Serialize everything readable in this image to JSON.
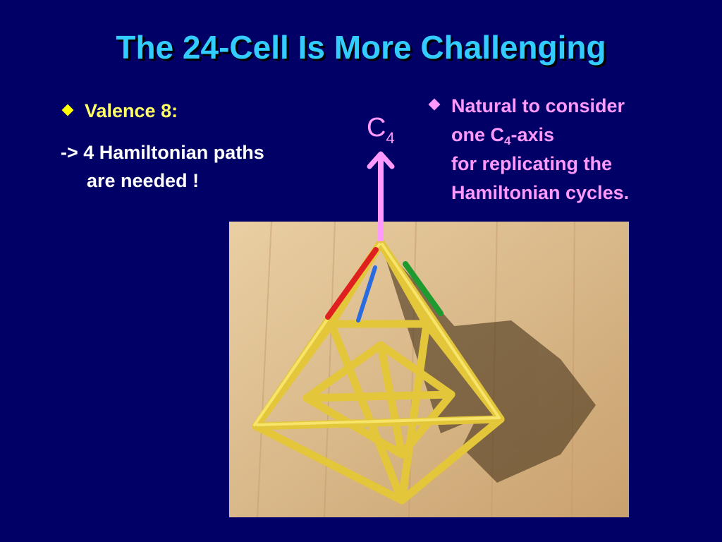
{
  "slide": {
    "title": "The 24-Cell Is More Challenging",
    "left": {
      "heading": "Valence 8:",
      "line1": "-> 4 Hamiltonian paths",
      "line2": "are needed !"
    },
    "right": {
      "line1": "Natural to consider",
      "line2_pre": "one C",
      "line2_sub": "4",
      "line2_post": "-axis",
      "line3": "for replicating the",
      "line4": "Hamiltonian cycles."
    },
    "axis_label": {
      "main": "C",
      "sub": "4"
    },
    "colors": {
      "background": "#000066",
      "title": "#33CCFF",
      "heading": "#FFFF66",
      "body": "#FFFFFF",
      "accent": "#FF99FF",
      "bullet_left": "#FFFF00",
      "bullet_right": "#FF99FF"
    }
  }
}
